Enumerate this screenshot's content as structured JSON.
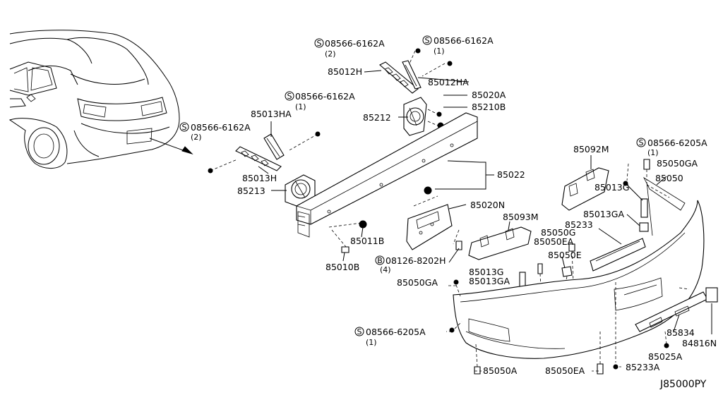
{
  "parts": {
    "screw_top_left": {
      "code": "08566-6162A",
      "prefix": "S",
      "qty": "(2)"
    },
    "screw_top_right": {
      "code": "08566-6162A",
      "prefix": "S",
      "qty": "(1)"
    },
    "p85012H": "85012H",
    "p85012HA": "85012HA",
    "screw_mid": {
      "code": "08566-6162A",
      "prefix": "S",
      "qty": "(1)"
    },
    "p85020A": "85020A",
    "p85210B": "85210B",
    "p85013HA": "85013HA",
    "screw_left": {
      "code": "08566-6162A",
      "prefix": "S",
      "qty": "(2)"
    },
    "p85212": "85212",
    "p85013H": "85013H",
    "p85213": "85213",
    "p85022": "85022",
    "p85092M": "85092M",
    "screw_right": {
      "code": "08566-6205A",
      "prefix": "S",
      "qty": "(1)"
    },
    "p85050GA_top": "85050GA",
    "p85050": "85050",
    "p85020N": "85020N",
    "p85013G_right": "85013G",
    "p85013GA_right": "85013GA",
    "p85093M": "85093M",
    "p85233": "85233",
    "p85011B": "85011B",
    "p85050G": "85050G",
    "p85050EA_top": "85050EA",
    "bolt_b": {
      "code": "08126-8202H",
      "prefix": "B",
      "qty": "(4)"
    },
    "p85050E": "85050E",
    "p85010B": "85010B",
    "p85013G_left": "85013G",
    "p85050GA_left": "85050GA",
    "p85013GA_left": "85013GA",
    "screw_bottom": {
      "code": "08566-6205A",
      "prefix": "S",
      "qty": "(1)"
    },
    "p85834": "85834",
    "p84816N": "84816N",
    "p85025A": "85025A",
    "p85050A": "85050A",
    "p85050EA_bottom": "85050EA",
    "p85233A": "85233A"
  },
  "reference": "J85000PY"
}
